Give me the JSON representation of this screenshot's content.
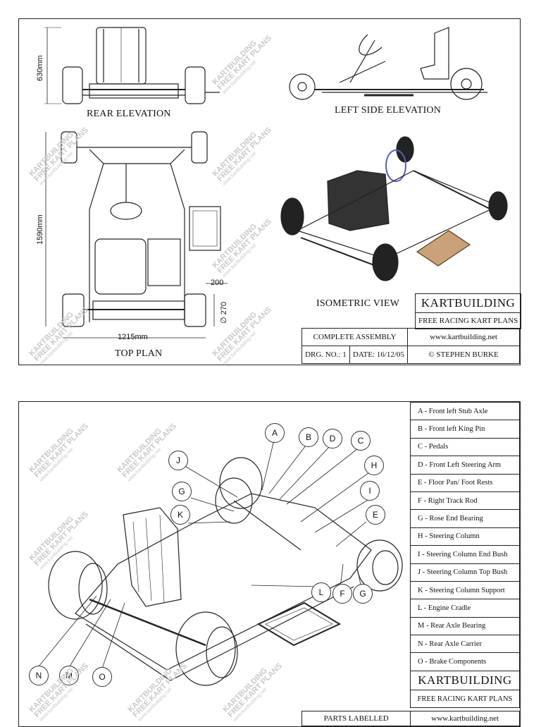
{
  "sheet1": {
    "views": {
      "rear_elevation": "REAR ELEVATION",
      "left_side_elevation": "LEFT SIDE ELEVATION",
      "top_plan": "TOP PLAN",
      "isometric_view": "ISOMETRIC VIEW"
    },
    "dimensions": {
      "height": "630mm",
      "length": "1590mm",
      "width": "1215mm",
      "tyre_width": "200",
      "tyre_dia": "∅ 270"
    },
    "title_block": {
      "brand": "KARTBUILDING",
      "subtitle": "FREE RACING KART PLANS",
      "drawing": "COMPLETE ASSEMBLY",
      "website": "www.kartbuilding.net",
      "drg_no": "DRG. NO.:  1",
      "date": "DATE: 16/12/05",
      "copyright": "© STEPHEN BURKE"
    }
  },
  "sheet2": {
    "parts": [
      "A - Front left Stub Axle",
      "B - Front left King Pin",
      "C - Pedals",
      "D - Front Left Steering Arm",
      "E - Floor Pan/ Foot Rests",
      "F - Right Track Rod",
      "G - Rose End Bearing",
      "H - Steering Column",
      "I - Steering Column End Bush",
      "J - Steering Column Top Bush",
      "K - Steering Column Support",
      "L - Engine Cradle",
      "M - Rear Axle Bearing",
      "N - Rear Axle Carrier",
      "O - Brake Components"
    ],
    "callouts": [
      "A",
      "B",
      "D",
      "C",
      "H",
      "J",
      "G",
      "I",
      "K",
      "E",
      "L",
      "F",
      "G",
      "N",
      "M",
      "O"
    ],
    "title_block": {
      "brand": "KARTBUILDING",
      "subtitle": "FREE RACING KART PLANS",
      "drawing": "PARTS LABELLED",
      "website": "www.kartbuilding.net"
    }
  },
  "watermark": {
    "line1": "KARTBUILDING",
    "line2": "FREE KART PLANS",
    "line3": "www.kartbuilding.net"
  }
}
